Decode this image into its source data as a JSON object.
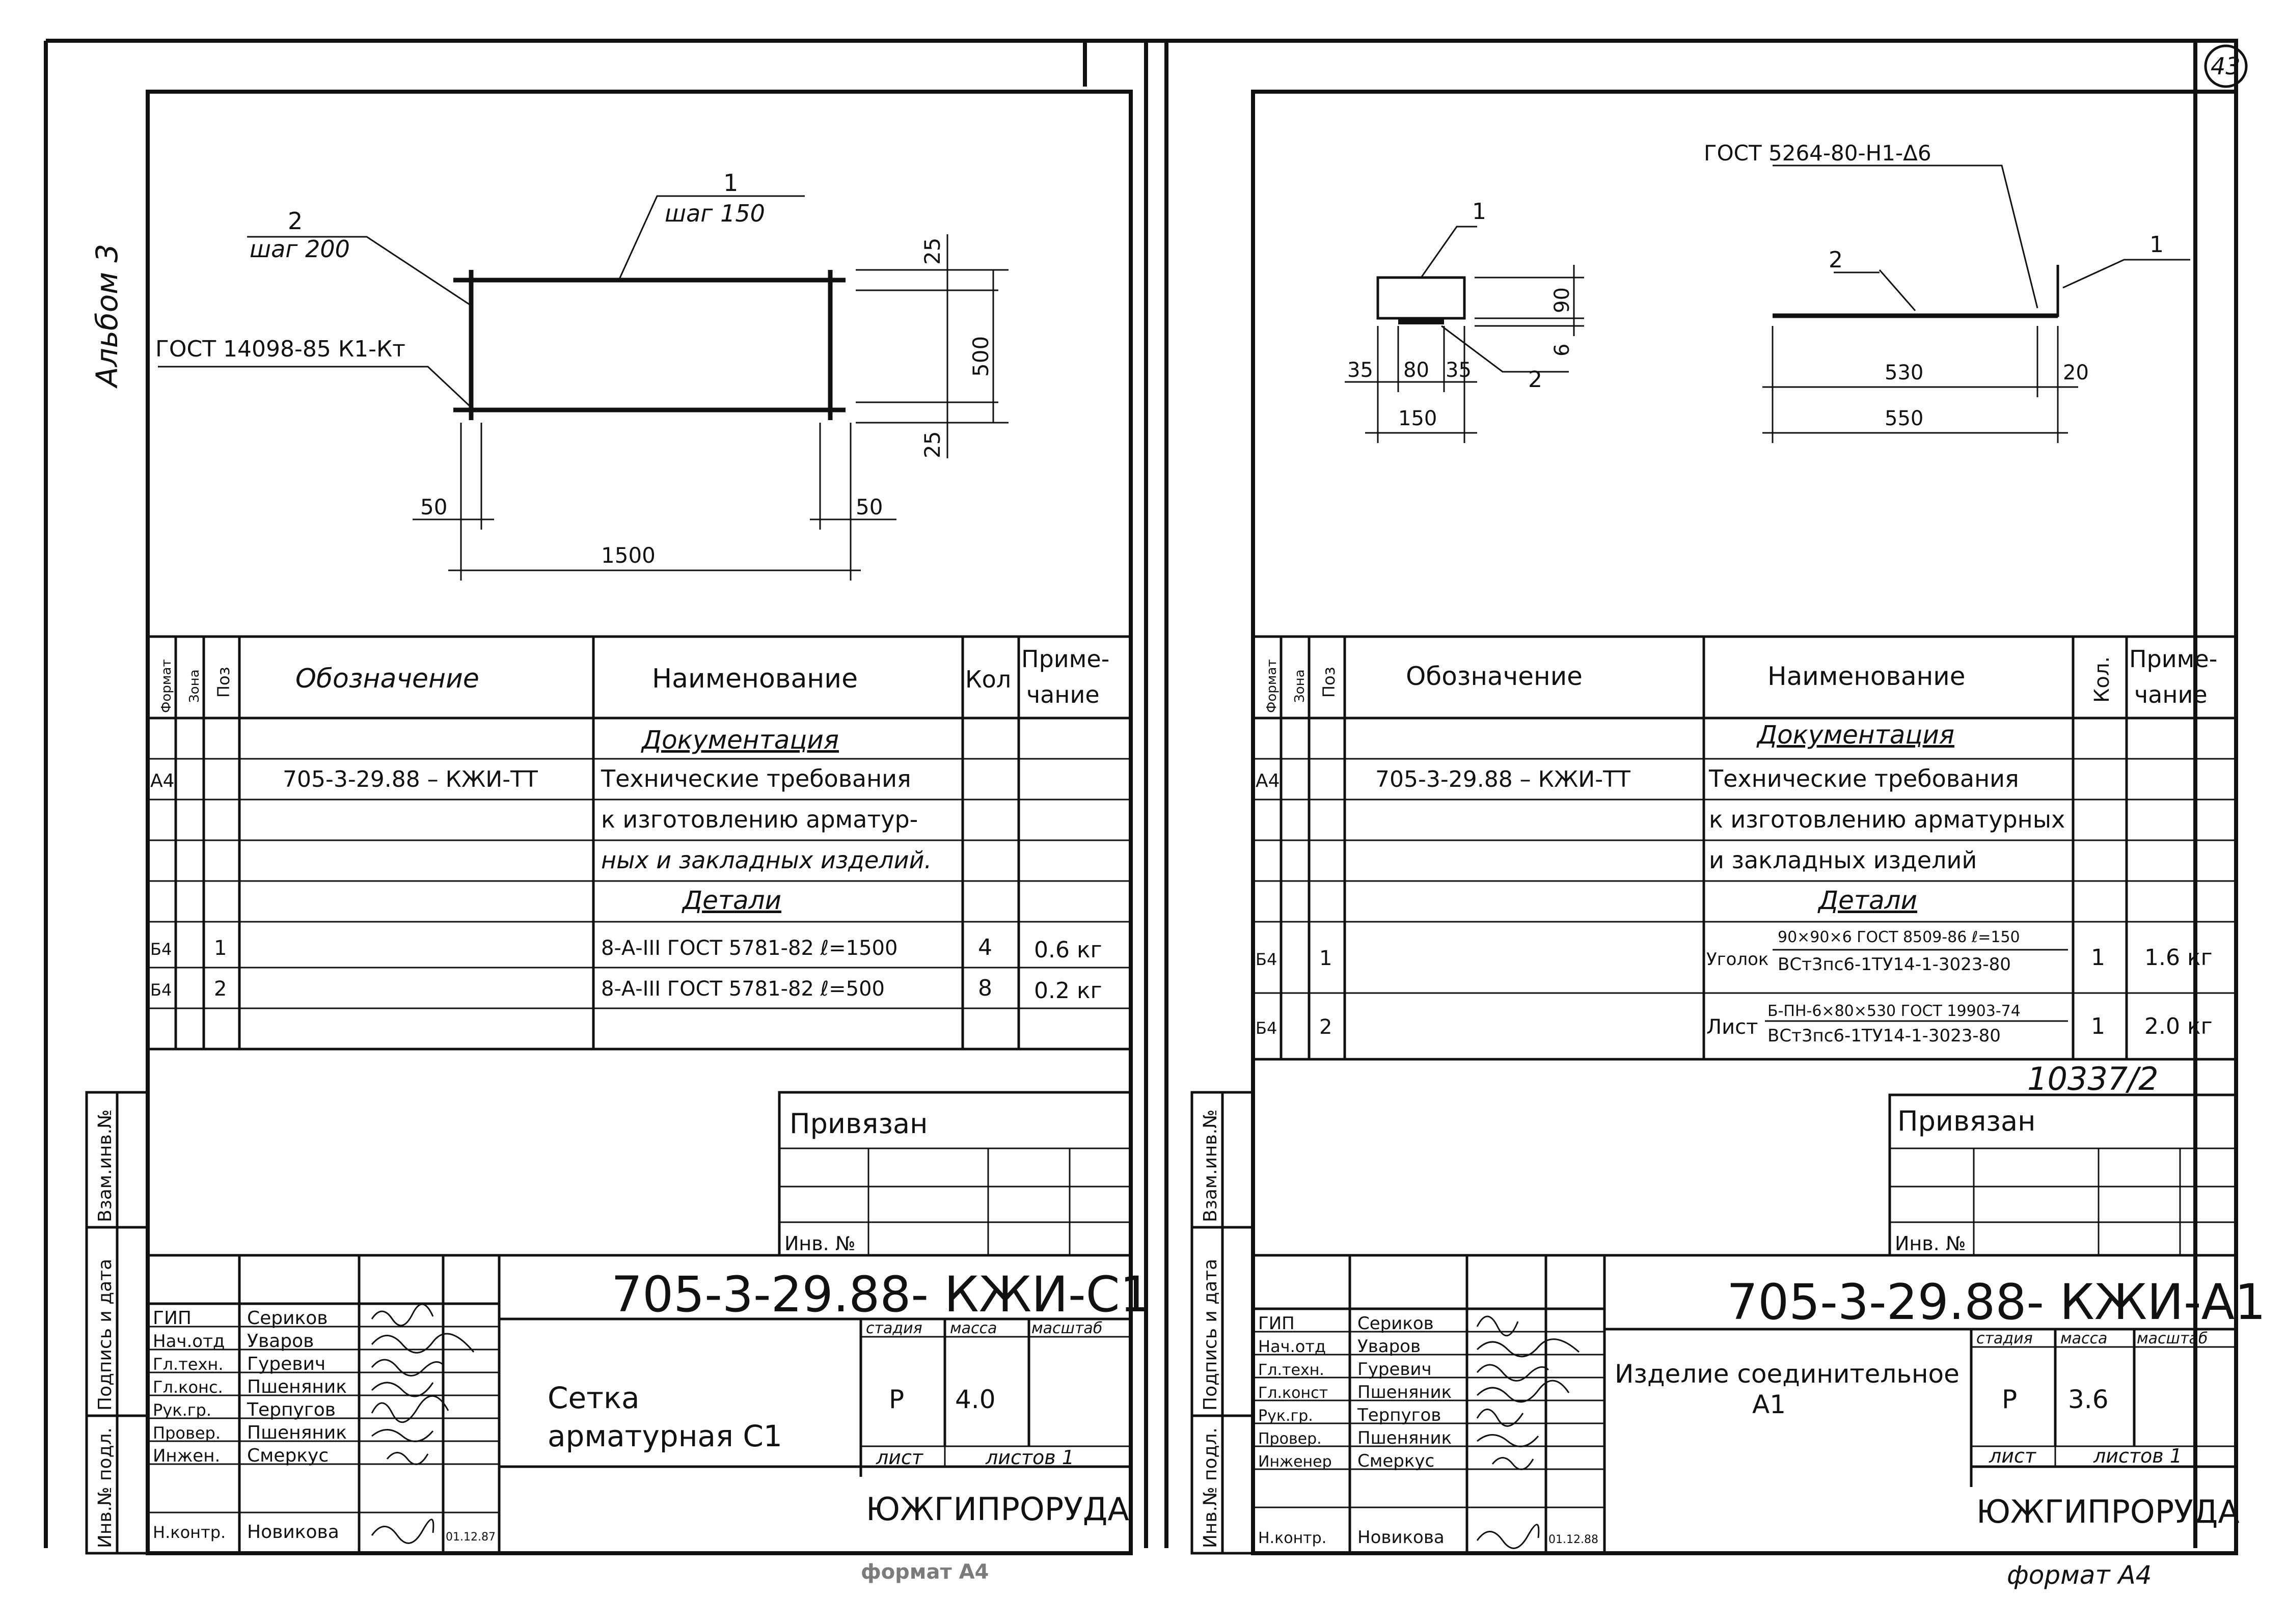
{
  "page_number": "43",
  "stamps": {
    "left_format": "формат А4",
    "right_format": "формат А4"
  },
  "left": {
    "album": "Альбом 3",
    "drawing": {
      "pos1": "1",
      "pos1_step": "шаг 150",
      "pos2": "2",
      "pos2_step": "шаг 200",
      "weld": "ГОСТ 14098-85 К1-Кт",
      "dim_25_top": "25",
      "dim_500": "500",
      "dim_25_bot": "25",
      "dim_50_left": "50",
      "dim_50_right": "50",
      "dim_1500": "1500"
    },
    "spec": {
      "h_format": "Формат",
      "h_zone": "Зона",
      "h_pos": "Поз",
      "h_designation": "Обозначение",
      "h_name": "Наименование",
      "h_qty": "Кол",
      "h_note1": "Приме-",
      "h_note2": "чание",
      "section_docs": "Документация",
      "doc_format": "А4",
      "doc_designation": "705-3-29.88 – КЖИ-ТТ",
      "doc_name1": "Технические требования",
      "doc_name2": "к изготовлению арматур-",
      "doc_name3": "ных и закладных изделий.",
      "section_parts": "Детали",
      "rows": [
        {
          "format": "Б4",
          "pos": "1",
          "name": "8-А-III ГОСТ 5781-82 ℓ=1500",
          "qty": "4",
          "note": "0.6 кг"
        },
        {
          "format": "Б4",
          "pos": "2",
          "name": "8-А-III ГОСТ 5781-82 ℓ=500",
          "qty": "8",
          "note": "0.2 кг"
        }
      ]
    },
    "privyazan": "Привязан",
    "inv_no": "Инв. №",
    "title_code": "705-3-29.88- КЖИ-С1",
    "title_name1": "Сетка",
    "title_name2": "арматурная С1",
    "stadia_h": "стадия",
    "massa_h": "масса",
    "masshtab_h": "масштаб",
    "stadia": "Р",
    "massa": "4.0",
    "list_h": "лист",
    "listov_h": "листов 1",
    "org": "ЮЖГИПРОРУДА",
    "staff": [
      {
        "role": "ГИП",
        "name": "Сериков"
      },
      {
        "role": "Нач.отд",
        "name": "Уваров"
      },
      {
        "role": "Гл.техн.",
        "name": "Гуревич"
      },
      {
        "role": "Гл.конс.",
        "name": "Пшеняник"
      },
      {
        "role": "Рук.гр.",
        "name": "Терпугов"
      },
      {
        "role": "Провер.",
        "name": "Пшеняник"
      },
      {
        "role": "Инжен.",
        "name": "Смеркус"
      },
      {
        "role": "Н.контр.",
        "name": "Новикова"
      }
    ],
    "date": "01.12.87",
    "side_labels": [
      "Взам.инв.№",
      "Подпись и дата",
      "Инв.№ подл."
    ]
  },
  "right": {
    "drawing": {
      "gost": "ГОСТ 5264-80-Н1-Δ6",
      "pos1_a": "1",
      "pos2_a": "2",
      "pos1_b": "1",
      "pos2_b": "2",
      "dim_90": "90",
      "dim_6": "6",
      "dim_35a": "35",
      "dim_80": "80",
      "dim_35b": "35",
      "dim_150": "150",
      "dim_530": "530",
      "dim_20": "20",
      "dim_550": "550"
    },
    "spec": {
      "h_format": "Формат",
      "h_zone": "Зона",
      "h_pos": "Поз",
      "h_designation": "Обозначение",
      "h_name": "Наименование",
      "h_qty": "Кол.",
      "h_note1": "Приме-",
      "h_note2": "чание",
      "section_docs": "Документация",
      "doc_format": "А4",
      "doc_designation": "705-3-29.88 – КЖИ-ТТ",
      "doc_name1": "Технические требования",
      "doc_name2": "к изготовлению арматурных",
      "doc_name3": "и закладных изделий",
      "section_parts": "Детали",
      "rows": [
        {
          "format": "Б4",
          "pos": "1",
          "name_prefix": "Уголок",
          "name_top": "90×90×6 ГОСТ 8509-86 ℓ=150",
          "name_bottom": "ВСт3пс6-1ТУ14-1-3023-80",
          "qty": "1",
          "note": "1.6 кг"
        },
        {
          "format": "Б4",
          "pos": "2",
          "name_prefix": "Лист",
          "name_top": "Б-ПН-6×80×530 ГОСТ 19903-74",
          "name_bottom": "ВСт3пс6-1ТУ14-1-3023-80",
          "qty": "1",
          "note": "2.0 кг"
        }
      ]
    },
    "ref_number": "10337/2",
    "privyazan": "Привязан",
    "inv_no": "Инв. №",
    "title_code": "705-3-29.88- КЖИ-А1",
    "title_name1": "Изделие соединительное",
    "title_name2": "А1",
    "stadia_h": "стадия",
    "massa_h": "масса",
    "masshtab_h": "масштаб",
    "stadia": "Р",
    "massa": "3.6",
    "list_h": "лист",
    "listov_h": "листов 1",
    "org": "ЮЖГИПРОРУДА",
    "staff": [
      {
        "role": "ГИП",
        "name": "Сериков"
      },
      {
        "role": "Нач.отд",
        "name": "Уваров"
      },
      {
        "role": "Гл.техн.",
        "name": "Гуревич"
      },
      {
        "role": "Гл.конст",
        "name": "Пшеняник"
      },
      {
        "role": "Рук.гр.",
        "name": "Терпугов"
      },
      {
        "role": "Провер.",
        "name": "Пшеняник"
      },
      {
        "role": "Инженер",
        "name": "Смеркус"
      },
      {
        "role": "Н.контр.",
        "name": "Новикова"
      }
    ],
    "date": "01.12.88",
    "side_labels": [
      "Взам.инв.№",
      "Подпись и дата",
      "Инв.№ подл."
    ]
  }
}
